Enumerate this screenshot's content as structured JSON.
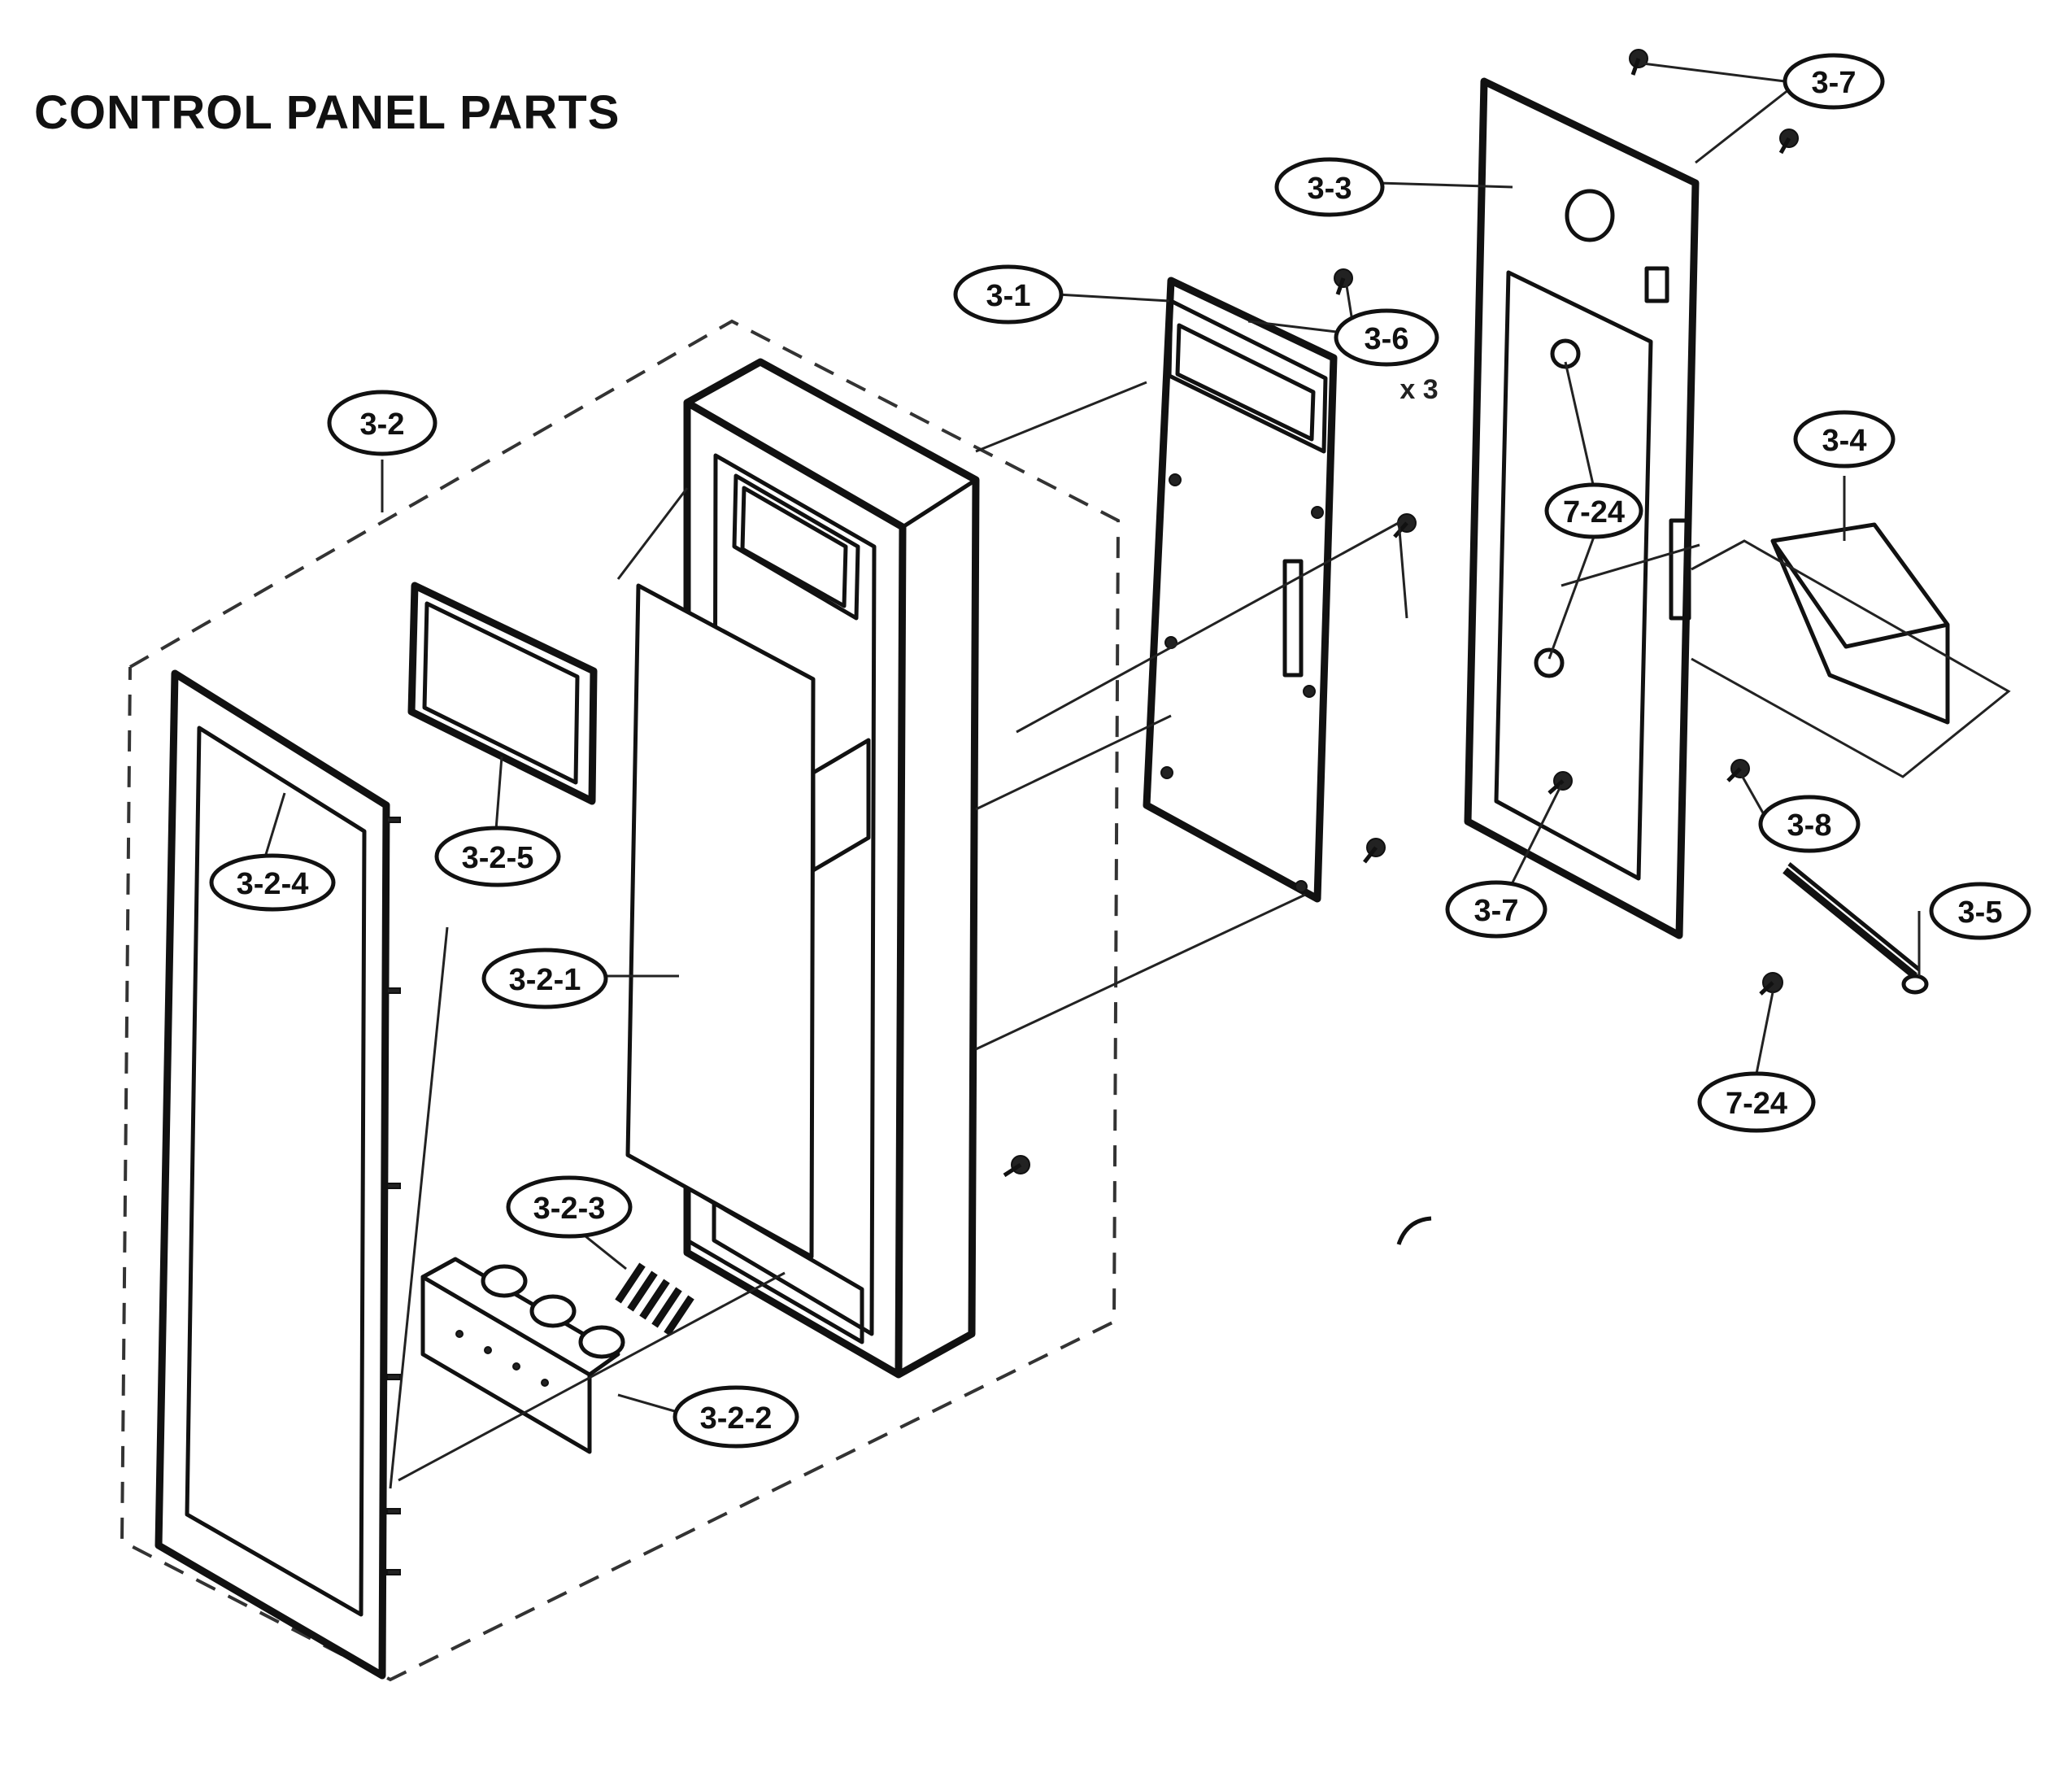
{
  "title": "CONTROL PANEL PARTS",
  "callouts": {
    "c_3_7_top": "3-7",
    "c_3_3": "3-3",
    "c_3_1": "3-1",
    "c_3_6": "3-6",
    "c_3_2": "3-2",
    "c_3_4": "3-4",
    "c_7_24_a": "7-24",
    "c_3_2_5": "3-2-5",
    "c_3_2_4": "3-2-4",
    "c_3_8": "3-8",
    "c_3_7_mid": "3-7",
    "c_3_5": "3-5",
    "c_3_2_1": "3-2-1",
    "c_7_24_b": "7-24",
    "c_3_2_3": "3-2-3",
    "c_3_2_2": "3-2-2"
  },
  "quantity_note": "x 3"
}
